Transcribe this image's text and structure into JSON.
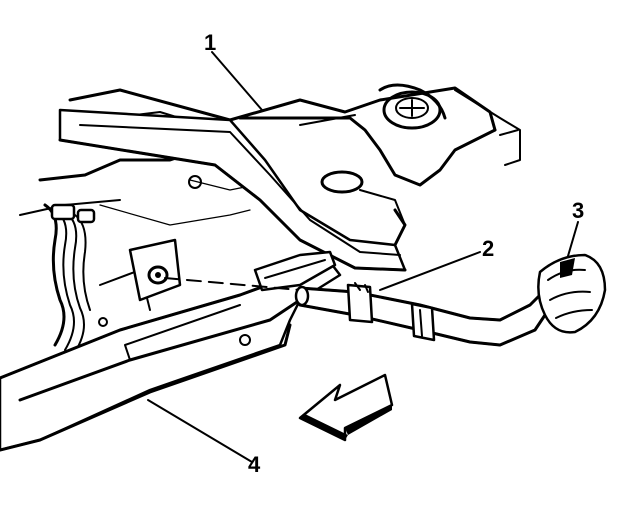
{
  "callouts": [
    {
      "id": "1",
      "label": "1"
    },
    {
      "id": "2",
      "label": "2"
    },
    {
      "id": "3",
      "label": "3"
    },
    {
      "id": "4",
      "label": "4"
    }
  ],
  "colors": {
    "line": "#000000",
    "background": "#ffffff"
  },
  "icons": {
    "direction_arrow": "front-direction-arrow-icon"
  }
}
